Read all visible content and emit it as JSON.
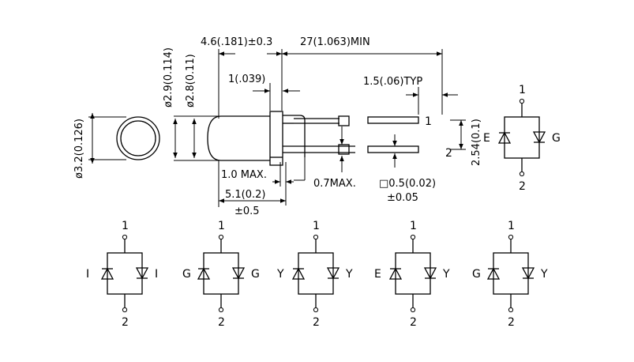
{
  "dimensions": {
    "body_diameter": "ø3.2(0.126)",
    "lens_dia_1": "ø2.9(0.114)",
    "lens_dia_2": "ø2.8(0.11)",
    "flange_len": "4.6(.181)±0.3",
    "lead_len": "27(1.063)MIN",
    "step": "1(.039)",
    "lead_width_typ": "1.5(.06)TYP",
    "pitch": "2.54(0.1)",
    "flange_max": "1.0  MAX.",
    "lead_max": "0.7MAX.",
    "lead_sq": "□0.5(0.02)",
    "lead_sq_tol": "±0.05",
    "overall": "5.1(0.2)",
    "overall_tol": "±0.5"
  },
  "pins": {
    "one": "1",
    "two": "2"
  },
  "main_schematic": {
    "left": "E",
    "right": "G"
  },
  "variants": [
    {
      "left": "I",
      "right": "I"
    },
    {
      "left": "G",
      "right": "G"
    },
    {
      "left": "Y",
      "right": "Y"
    },
    {
      "left": "E",
      "right": "Y"
    },
    {
      "left": "G",
      "right": "Y"
    }
  ]
}
